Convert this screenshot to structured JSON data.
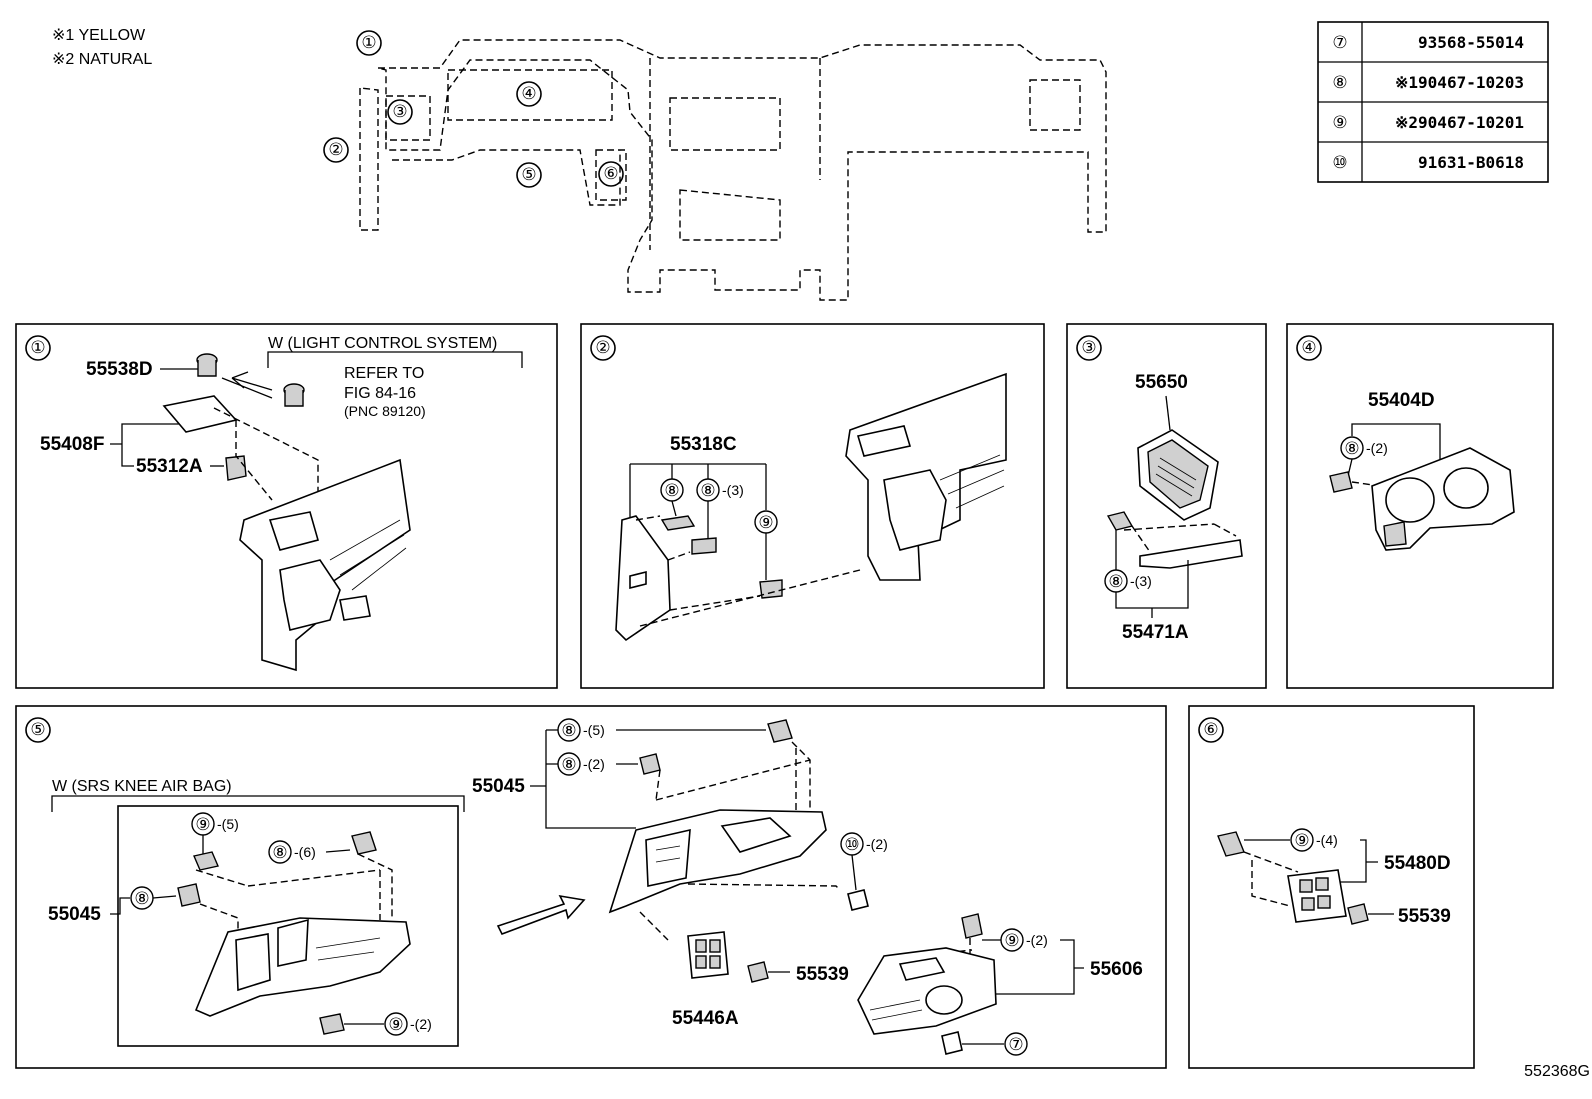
{
  "notes": [
    "※1 YELLOW",
    "※2 NATURAL"
  ],
  "overview": {
    "callouts": [
      "①",
      "②",
      "③",
      "④",
      "⑤",
      "⑥"
    ]
  },
  "ref_table": [
    {
      "key": "⑦",
      "part": "93568-55014"
    },
    {
      "key": "⑧",
      "part": "※190467-10203"
    },
    {
      "key": "⑨",
      "part": "※290467-10201"
    },
    {
      "key": "⑩",
      "part": "91631-B0618"
    }
  ],
  "panel1": {
    "tag": "①",
    "condition": "W (LIGHT CONTROL SYSTEM)",
    "refer": [
      "REFER TO",
      "FIG 84-16",
      "(PNC 89120)"
    ],
    "parts": [
      "55538D",
      "55408F",
      "55312A"
    ]
  },
  "panel2": {
    "tag": "②",
    "parts": [
      "55318C"
    ],
    "callouts": [
      "⑧",
      "⑧",
      "⑨"
    ],
    "qty": [
      "-(3)"
    ]
  },
  "panel3": {
    "tag": "③",
    "parts": [
      "55650",
      "55471A"
    ],
    "callouts": [
      "⑧"
    ],
    "qty": [
      "-(3)"
    ]
  },
  "panel4": {
    "tag": "④",
    "parts": [
      "55404D"
    ],
    "callouts": [
      "⑧"
    ],
    "qty": [
      "-(2)"
    ]
  },
  "panel5": {
    "tag": "⑤",
    "condition": "W (SRS KNEE AIR BAG)",
    "parts": [
      "55045",
      "55045",
      "55539",
      "55446A",
      "55606"
    ],
    "callouts": [
      "⑨",
      "⑧",
      "⑧",
      "⑨",
      "⑧",
      "⑧",
      "⑩",
      "⑨",
      "⑦"
    ],
    "qty": [
      "-(5)",
      "-(6)",
      "-(2)",
      "-(5)",
      "-(2)",
      "-(2)",
      "-(2)"
    ]
  },
  "panel6": {
    "tag": "⑥",
    "parts": [
      "55480D",
      "55539"
    ],
    "callouts": [
      "⑨"
    ],
    "qty": [
      "-(4)"
    ]
  },
  "figure_id": "552368G"
}
